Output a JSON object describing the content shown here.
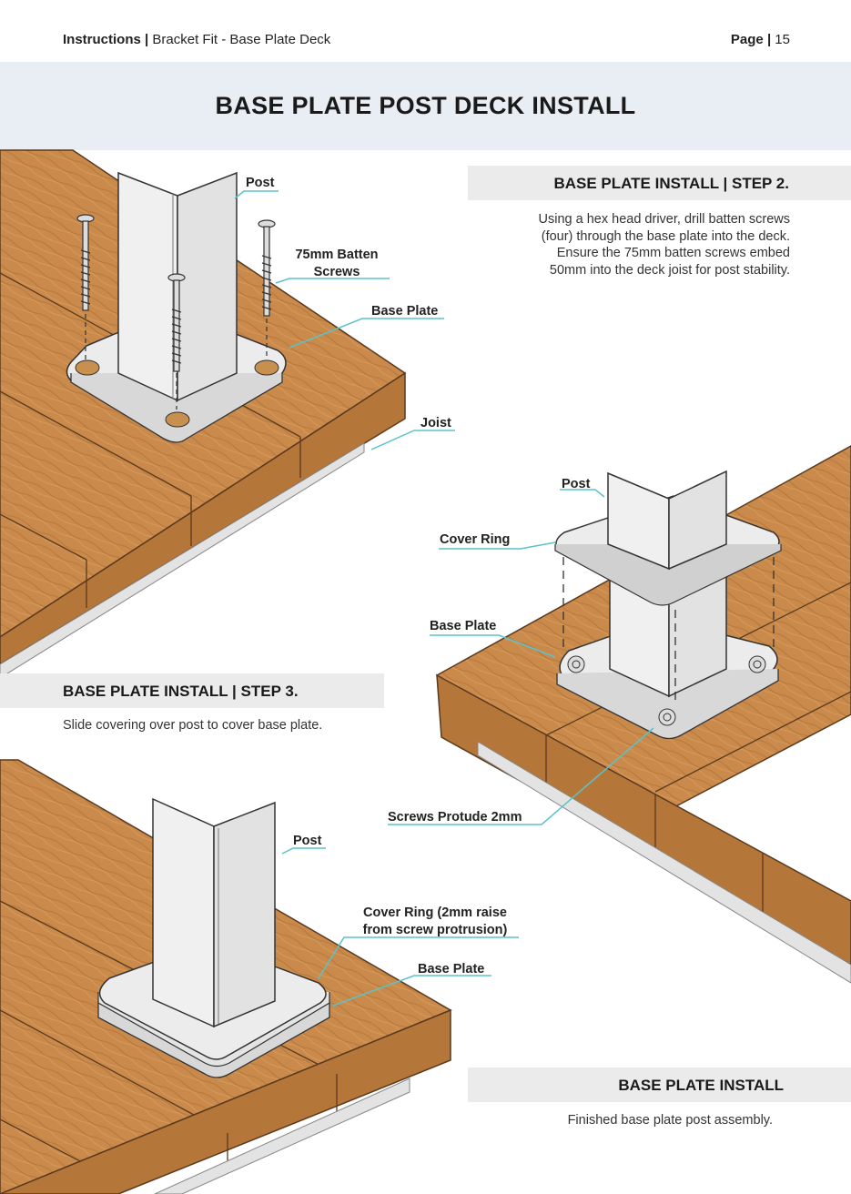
{
  "header": {
    "left_bold": "Instructions |",
    "left_text": " Bracket Fit - Base Plate Deck",
    "right_bold": "Page |",
    "right_text": " 15"
  },
  "title": "BASE PLATE POST DECK INSTALL",
  "step2": {
    "heading": "BASE PLATE INSTALL | STEP 2.",
    "text_lines": [
      "Using a hex head driver, drill batten screws",
      "(four) through the base plate into the deck.",
      "Ensure the 75mm batten screws embed",
      "50mm into the deck joist for post stability."
    ]
  },
  "step3": {
    "heading": "BASE PLATE INSTALL | STEP 3.",
    "text": "Slide covering over post to cover base plate."
  },
  "final": {
    "heading": "BASE PLATE INSTALL",
    "text": "Finished base plate post assembly."
  },
  "callouts": {
    "fig1": {
      "post": "Post",
      "screws_line1": "75mm Batten",
      "screws_line2": "Screws",
      "base_plate": "Base Plate",
      "joist": "Joist"
    },
    "fig2": {
      "post": "Post",
      "cover_ring": "Cover Ring",
      "base_plate": "Base Plate",
      "screws_protrude": "Screws Protude 2mm"
    },
    "fig3": {
      "post": "Post",
      "cover_ring_line1": "Cover Ring (2mm raise",
      "cover_ring_line2": "from screw protrusion)",
      "base_plate": "Base Plate"
    }
  },
  "colors": {
    "wood": "#c98a4b",
    "wood_dark": "#b5763a",
    "steel": "#ececec",
    "callout_line": "#5bc2c9",
    "title_band": "#e8eef3",
    "step_band": "#ebebeb"
  }
}
